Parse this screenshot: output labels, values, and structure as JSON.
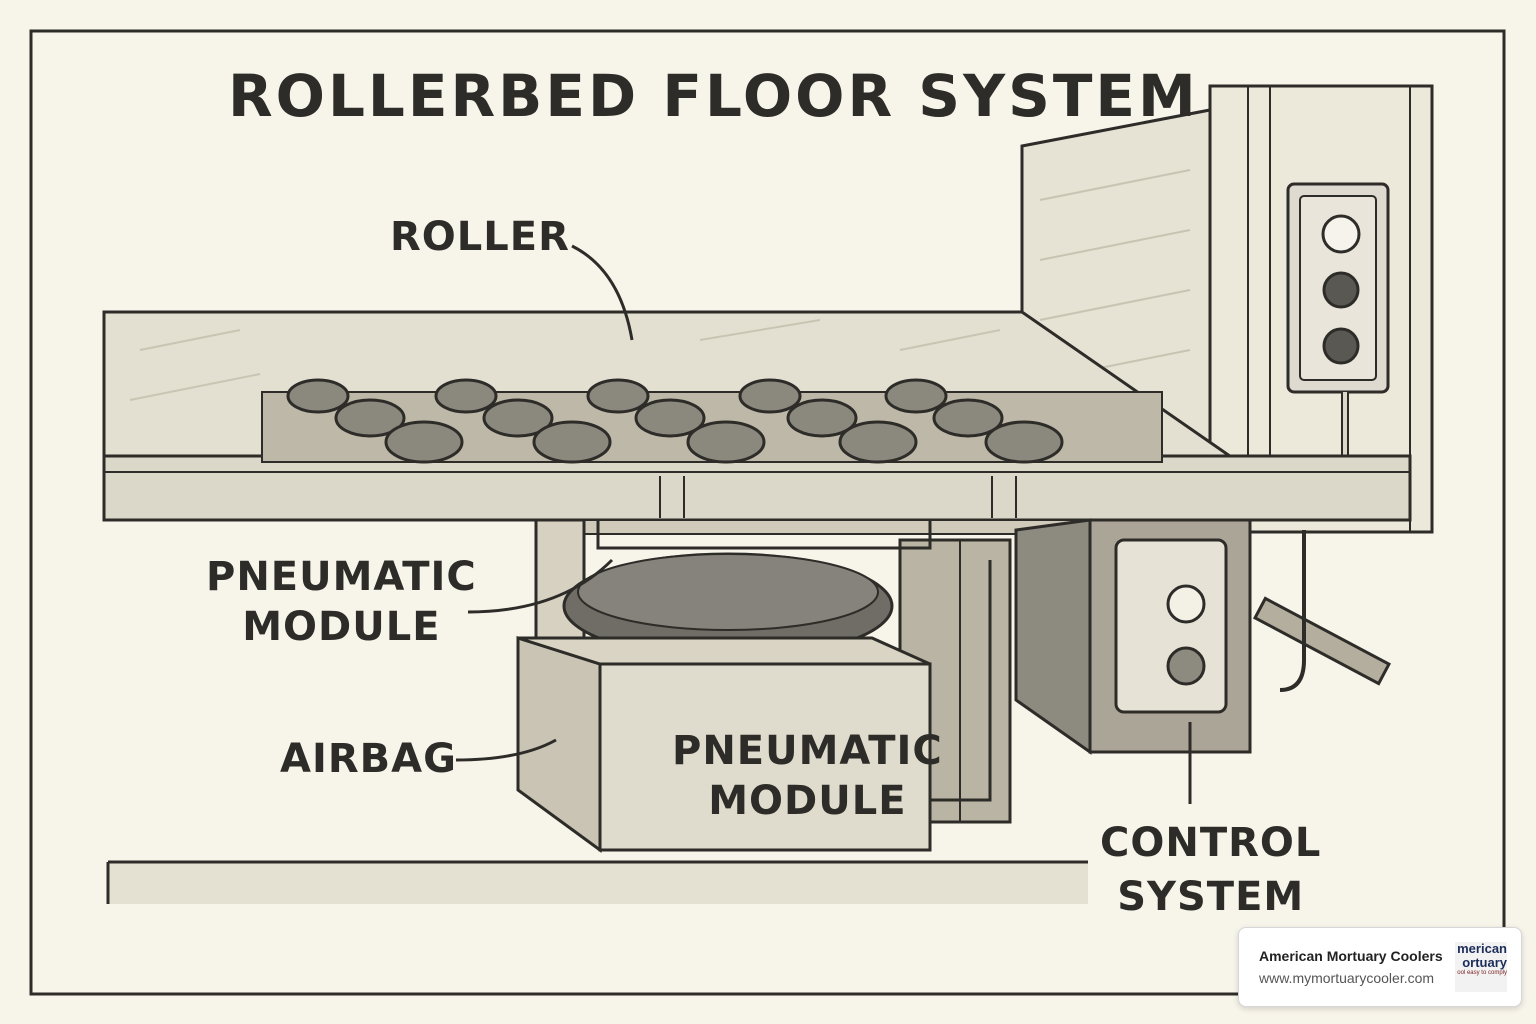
{
  "title": "ROLLERBED FLOOR SYSTEM",
  "labels": {
    "roller": "ROLLER",
    "pneumatic_module_line1": "PNEUMATIC",
    "pneumatic_module_line2": "MODULE",
    "airbag": "AIRBAG",
    "box_line1": "PNEUMATIC",
    "box_line2": "MODULE",
    "control_line1": "CONTROL",
    "control_line2": "SYSTEM"
  },
  "badge": {
    "name": "American Mortuary Coolers",
    "url": "www.mymortuarycooler.com",
    "logo_line1": "merican",
    "logo_line2": "ortuary",
    "logo_line3": "ool easy to comply"
  },
  "colors": {
    "background": "#f7f4ea",
    "ink": "#2d2c28",
    "metal": "#d9d5c6",
    "dark_fill": "#6f6d66"
  }
}
